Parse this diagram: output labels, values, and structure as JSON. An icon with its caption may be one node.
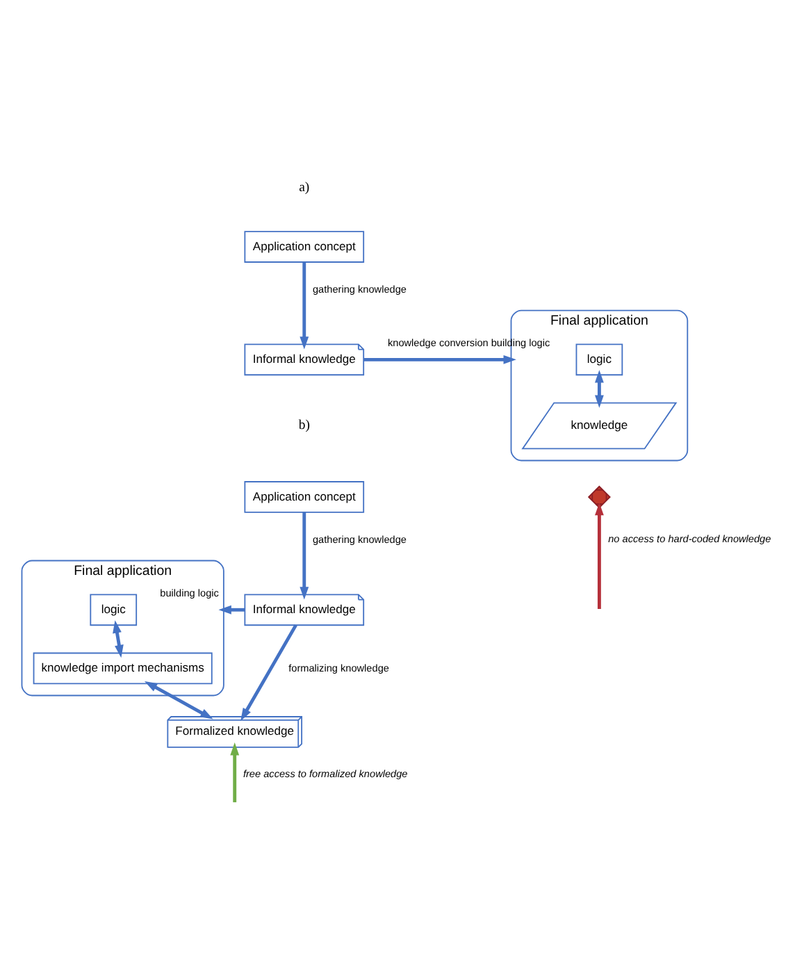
{
  "diagram": {
    "nodes": [
      {
        "text": [
          "Application concept"
        ]
      },
      {
        "text": [
          "Informal knowledge"
        ]
      },
      {
        "text": [
          "Final application"
        ]
      },
      {
        "text": [
          "logic"
        ],
        "in": 2
      },
      {
        "text": [
          "knowledge"
        ],
        "in": 2
      },
      {
        "text": [],
        "shape": "cross"
      },
      {
        "text": [
          "Application concept"
        ]
      },
      {
        "text": [
          "Informal knowledge"
        ]
      },
      {
        "text": [
          "Final application"
        ]
      },
      {
        "text": [
          "logic"
        ],
        "in": 8
      },
      {
        "text": [
          "knowledge import mechanisms"
        ],
        "in": 8
      },
      {
        "text": [
          "Formalized knowledge"
        ]
      }
    ],
    "edges": [
      {
        "from": 0,
        "to": 1,
        "arrow": "to",
        "label": "gathering knowledge"
      },
      {
        "from": 1,
        "to": 2,
        "arrow": "to",
        "label": "knowledge conversion building logic"
      },
      {
        "from": 3,
        "to": 4,
        "arrow": "both"
      },
      {
        "from": null,
        "to": 5,
        "arrow": "to",
        "label": "no access to hard-coded knowledge",
        "color": "#b5303a"
      },
      {
        "from": 6,
        "to": 7,
        "arrow": "to",
        "label": "gathering knowledge"
      },
      {
        "from": 7,
        "to": 8,
        "arrow": "to",
        "label": "building logic"
      },
      {
        "from": 7,
        "to": 11,
        "arrow": "to",
        "label": "formalizing knowledge"
      },
      {
        "from": 9,
        "to": 10,
        "arrow": "both"
      },
      {
        "from": 10,
        "to": 11,
        "arrow": "both"
      },
      {
        "from": null,
        "to": 11,
        "arrow": "to",
        "label": "free access to formalized knowledge",
        "color": "#70ad47"
      }
    ],
    "labels": [
      "a)",
      "b)"
    ]
  }
}
